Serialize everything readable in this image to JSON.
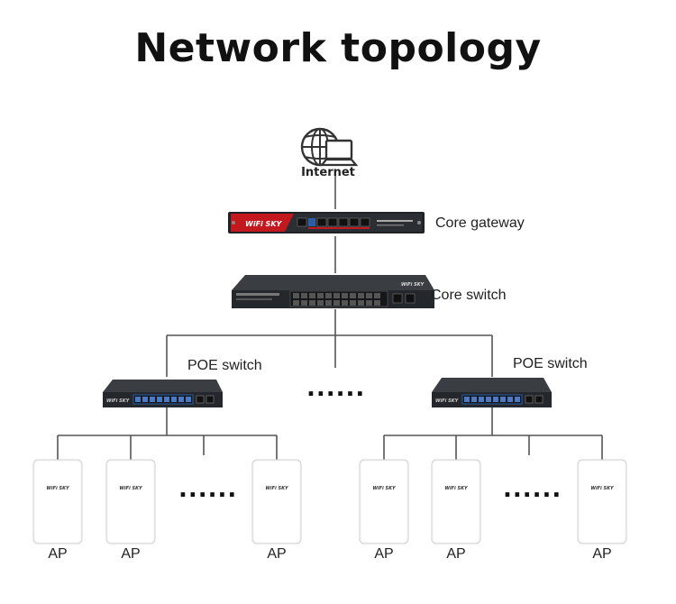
{
  "title": "Network topology",
  "internet_label": "Internet",
  "nodes": {
    "core_gateway": "Core gateway",
    "core_switch": "Core switch",
    "poe_left": "POE switch",
    "poe_right": "POE switch"
  },
  "ellipsis": "......",
  "ap_label": "AP",
  "brand": "WiFi SKY",
  "colors": {
    "gateway_red": "#c3181e",
    "device_dark": "#2b2e33",
    "port_blue": "#2a5fa8",
    "line": "#555555"
  }
}
